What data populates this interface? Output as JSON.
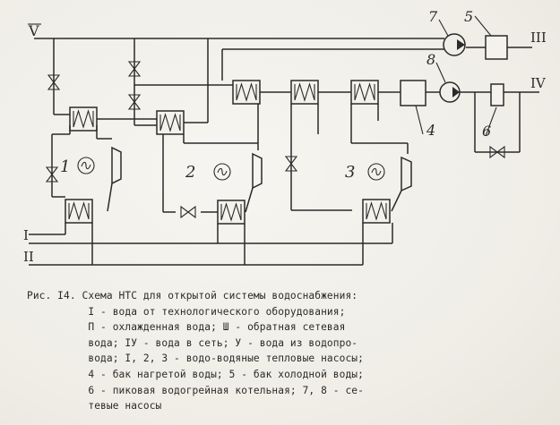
{
  "diagram": {
    "stream_labels": {
      "v": "V",
      "i": "I",
      "ii": "II",
      "iii": "III",
      "iv": "IV"
    },
    "item_labels": {
      "n1": "1",
      "n2": "2",
      "n3": "3",
      "n4": "4",
      "n5": "5",
      "n6": "6",
      "n7": "7",
      "n8": "8"
    }
  },
  "caption": {
    "lines": [
      "Рис. I4. Схема НТС для открытой системы водоснабжения:",
      "          I - вода от технологического оборудования;",
      "          П - охлажденная вода; Ш - обратная сетевая",
      "          вода; IУ - вода в сеть; У - вода из водопро-",
      "          вода; I, 2, 3 - водо-водяные тепловые насосы;",
      "          4 - бак нагретой воды; 5 - бак холодной воды;",
      "          6 - пиковая водогрейная котельная; 7, 8 - се-",
      "          тевые насосы"
    ]
  }
}
